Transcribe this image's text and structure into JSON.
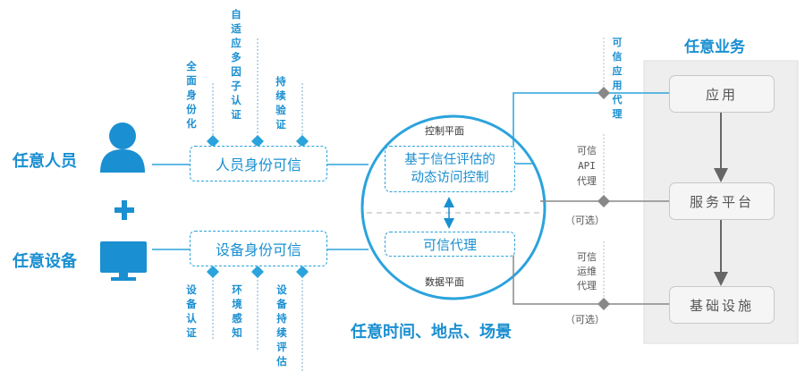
{
  "title_right": "任意业务",
  "left": {
    "person_label": "任意人员",
    "device_label": "任意设备",
    "plus": "+"
  },
  "identity_box": "人员身份可信",
  "device_box": "设备身份可信",
  "identity_factors": [
    "全面身份化",
    "自适应多因子认证",
    "持续验证"
  ],
  "device_factors": [
    "设备认证",
    "环境感知",
    "设备持续评估"
  ],
  "circle": {
    "control_plane": "控制平面",
    "data_plane": "数据平面",
    "access_control_line1": "基于信任评估的",
    "access_control_line2": "动态访问控制",
    "proxy": "可信代理"
  },
  "bottom_caption": "任意时间、地点、场景",
  "proxies": {
    "app_proxy": "可信应用代理",
    "api_proxy": "可信API代理",
    "ops_proxy": "可信运维代理",
    "optional": "（可选）"
  },
  "business": {
    "app": "应用",
    "service": "服务平台",
    "infra": "基础设施"
  },
  "colors": {
    "blue": "#1a8fd1",
    "line": "#2ba3dc",
    "gray": "#8c8c8c",
    "panel": "#eeeeee"
  }
}
